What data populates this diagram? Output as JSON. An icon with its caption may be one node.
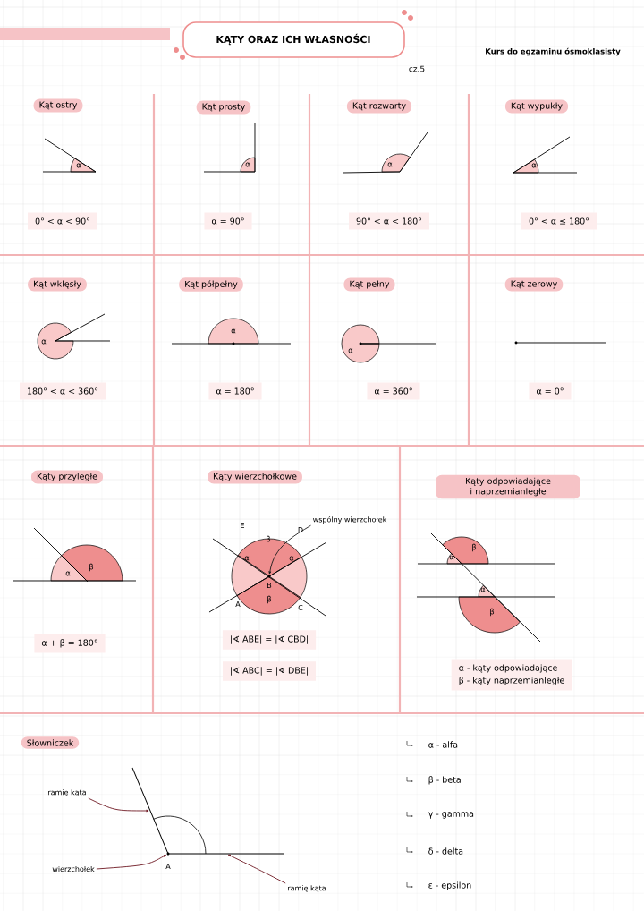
{
  "diagram": {
    "title": "KĄTY ORAZ ICH WŁASNOŚCI",
    "nodes": [
      {
        "text": [
          "Kąt ostry"
        ]
      },
      {
        "text": [
          "Kąt prosty"
        ]
      },
      {
        "text": [
          "Kąt rozwarty"
        ]
      },
      {
        "text": [
          "Kąt wypukły"
        ]
      },
      {
        "text": [
          "0° < α < 90°"
        ]
      },
      {
        "text": [
          "α = 90°"
        ]
      },
      {
        "text": [
          "90° < α < 180°"
        ]
      },
      {
        "text": [
          "0° < α ≤ 180°"
        ]
      },
      {
        "text": [
          "Kąt wklęsły"
        ]
      },
      {
        "text": [
          "Kąt półpełny"
        ]
      },
      {
        "text": [
          "Kąt pełny"
        ]
      },
      {
        "text": [
          "Kąt zerowy"
        ]
      },
      {
        "text": [
          "180° < α < 360°"
        ]
      },
      {
        "text": [
          "α = 180°"
        ]
      },
      {
        "text": [
          "α = 360°"
        ]
      },
      {
        "text": [
          "α = 0°"
        ]
      },
      {
        "text": [
          "Kąty przyległe"
        ]
      },
      {
        "text": [
          "Kąty wierzchołkowe"
        ]
      },
      {
        "text": [
          "Kąty odpowiadające i naprzemianległe"
        ]
      },
      {
        "text": [
          "α + β = 180°"
        ]
      },
      {
        "text": [
          "|∢ ABE| = |∢ CBD|"
        ]
      },
      {
        "text": [
          "|∢ ABC| = |∢ DBE|"
        ]
      },
      {
        "text": [
          "α - kąty odpowiadające",
          "β - kąty naprzemianległe"
        ]
      },
      {
        "text": [
          "wspólny wierzchołek"
        ]
      },
      {
        "text": [
          "Słowniczek"
        ]
      },
      {
        "text": [
          "ramię kąta"
        ]
      },
      {
        "text": [
          "wierzchołek"
        ]
      },
      {
        "text": [
          "ramię kąta"
        ]
      },
      {
        "text": [],
        "shape": "line"
      },
      {
        "text": [],
        "shape": "circle"
      },
      {
        "text": [],
        "shape": "line"
      },
      {
        "text": [],
        "shape": "circle"
      }
    ],
    "edges": [
      {
        "from": 23,
        "to": 31,
        "arrow": "to",
        "color": "#1a1a1a"
      },
      {
        "from": 25,
        "to": 28,
        "arrow": "to"
      },
      {
        "from": 26,
        "to": 29,
        "arrow": "to"
      },
      {
        "from": 27,
        "to": 30,
        "arrow": "to"
      }
    ],
    "labels": [
      "cz.5",
      "Kurs do egzaminu ósmoklasisty",
      "α",
      "α",
      "α",
      "α",
      "α",
      "α",
      "α",
      "α",
      "β",
      "E",
      "D",
      "β",
      "α",
      "B",
      "α",
      "β",
      "A",
      "C",
      "α",
      "β",
      "α",
      "β",
      "A",
      "α - alfa",
      "β - beta",
      "γ - gamma",
      "δ - delta",
      "ε - epsilon"
    ]
  }
}
